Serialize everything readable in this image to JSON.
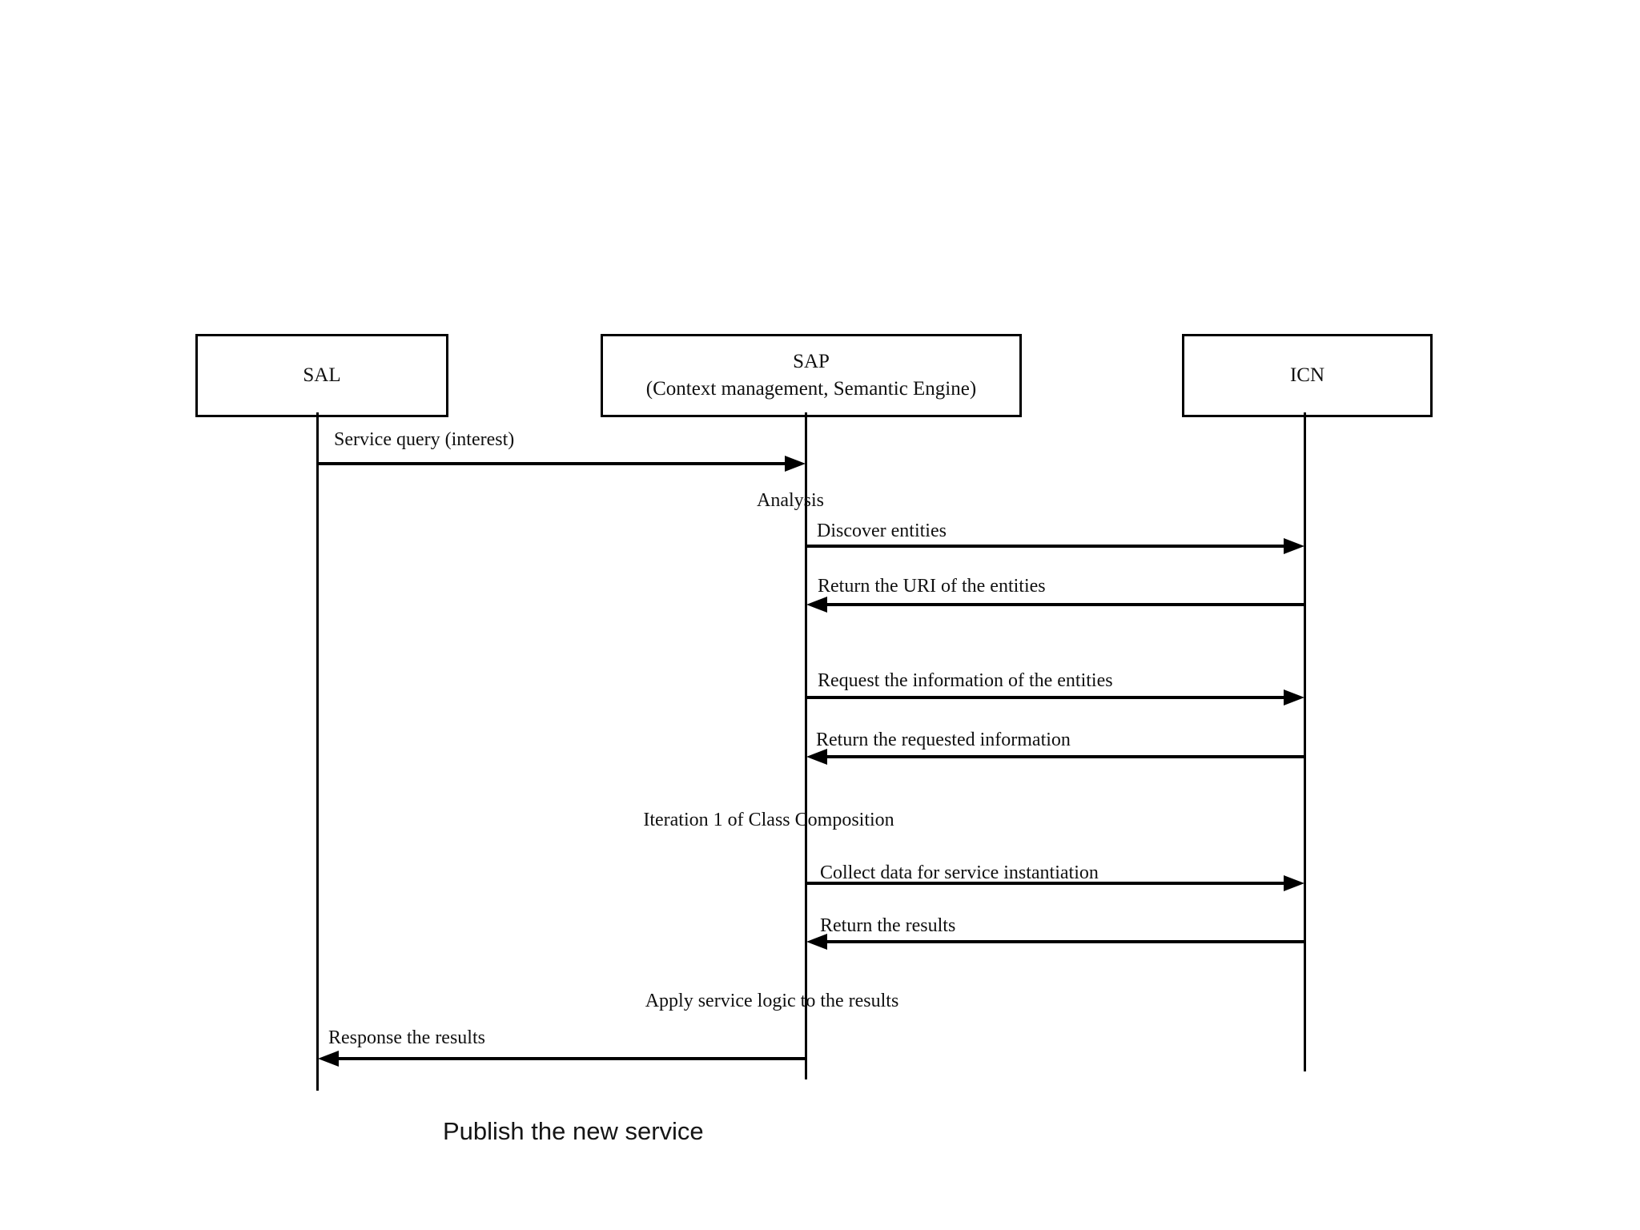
{
  "actors": {
    "sal": {
      "label": "SAL"
    },
    "sap": {
      "title": "SAP",
      "subtitle": "(Context management, Semantic Engine)"
    },
    "icn": {
      "label": "ICN"
    }
  },
  "messages": {
    "service_query": {
      "label": "Service query (interest)",
      "from": "SAL",
      "to": "SAP"
    },
    "discover_entities": {
      "label": "Discover entities",
      "from": "SAP",
      "to": "ICN"
    },
    "return_uri": {
      "label": "Return the URI of the entities",
      "from": "ICN",
      "to": "SAP"
    },
    "request_information": {
      "label": "Request the information of the entities",
      "from": "SAP",
      "to": "ICN"
    },
    "return_information": {
      "label": "Return the requested information",
      "from": "ICN",
      "to": "SAP"
    },
    "collect_data": {
      "label": "Collect data for service instantiation",
      "from": "SAP",
      "to": "ICN"
    },
    "return_results": {
      "label": "Return the results",
      "from": "ICN",
      "to": "SAP"
    },
    "response_results": {
      "label": "Response the results",
      "from": "SAP",
      "to": "SAL"
    }
  },
  "annotations": {
    "analysis": "Analysis",
    "iteration": "Iteration 1 of Class Composition",
    "apply_logic": "Apply service logic to the results",
    "publish": "Publish the new service"
  },
  "colors": {
    "background": "#ffffff",
    "line": "#000000",
    "text": "#111111"
  }
}
